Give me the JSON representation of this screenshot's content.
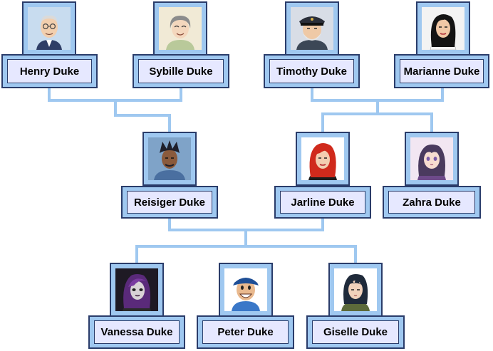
{
  "colors": {
    "connector": "#9fc8f0",
    "frame": "#9fc8f0",
    "name_plate": "#e6e8ff",
    "border": "#2a3c6a"
  },
  "people": {
    "henry": {
      "name": "Henry Duke",
      "portrait": "elderly-man-glasses-avatar"
    },
    "sybille": {
      "name": "Sybille Duke",
      "portrait": "elderly-woman-avatar"
    },
    "timothy": {
      "name": "Timothy Duke",
      "portrait": "old-captain-avatar"
    },
    "marianne": {
      "name": "Marianne Duke",
      "portrait": "dark-haired-woman-avatar"
    },
    "reisiger": {
      "name": "Reisiger Duke",
      "portrait": "spiky-haired-man-avatar"
    },
    "jarline": {
      "name": "Jarline Duke",
      "portrait": "red-haired-woman-avatar"
    },
    "zahra": {
      "name": "Zahra Duke",
      "portrait": "anime-girl-avatar"
    },
    "vanessa": {
      "name": "Vanessa Duke",
      "portrait": "goth-girl-avatar"
    },
    "peter": {
      "name": "Peter Duke",
      "portrait": "cap-boy-avatar"
    },
    "giselle": {
      "name": "Giselle Duke",
      "portrait": "soldier-girl-avatar"
    }
  }
}
